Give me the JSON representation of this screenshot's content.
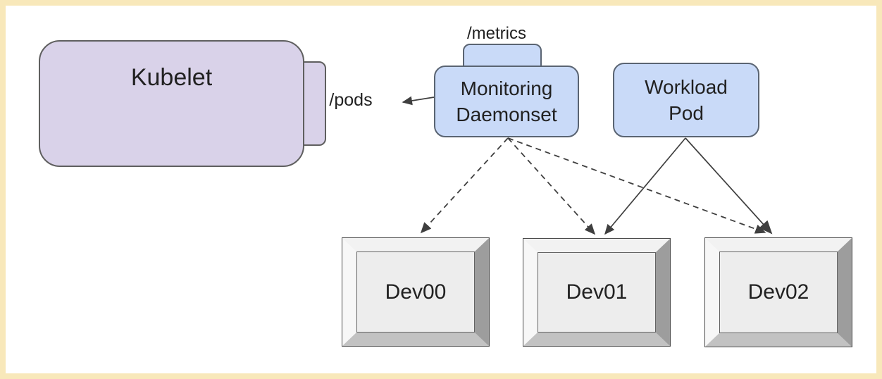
{
  "diagram": {
    "nodes": {
      "kubelet": {
        "label": "Kubelet",
        "fill": "#d9d2e9",
        "shape": "stacked-rounded-rect"
      },
      "monitoring_daemonset": {
        "label": "Monitoring\nDaemonset",
        "fill": "#c9daf8",
        "shape": "rounded-rect-with-top-tab"
      },
      "workload_pod": {
        "label": "Workload\nPod",
        "fill": "#c9daf8",
        "shape": "rounded-rect"
      },
      "dev00": {
        "label": "Dev00",
        "fill": "#ededed",
        "shape": "beveled-box"
      },
      "dev01": {
        "label": "Dev01",
        "fill": "#ededed",
        "shape": "beveled-box"
      },
      "dev02": {
        "label": "Dev02",
        "fill": "#ededed",
        "shape": "beveled-box"
      }
    },
    "labels": {
      "metrics_endpoint": "/metrics",
      "pods_endpoint": "/pods"
    },
    "edges": [
      {
        "from": "monitoring_daemonset",
        "to": "kubelet",
        "style": "solid",
        "arrow": "end",
        "label": "/pods"
      },
      {
        "from": "monitoring_daemonset",
        "to": "dev00",
        "style": "dashed",
        "arrow": "end"
      },
      {
        "from": "monitoring_daemonset",
        "to": "dev01",
        "style": "dashed",
        "arrow": "end"
      },
      {
        "from": "monitoring_daemonset",
        "to": "dev02",
        "style": "dashed",
        "arrow": "end"
      },
      {
        "from": "workload_pod",
        "to": "dev01",
        "style": "solid",
        "arrow": "end"
      },
      {
        "from": "workload_pod",
        "to": "dev02",
        "style": "solid",
        "arrow": "end"
      }
    ],
    "colors": {
      "frame_border": "#f8e8ba",
      "background": "#ffffff",
      "kubelet_fill": "#d9d2e9",
      "pod_fill": "#c9daf8",
      "node_stroke": "#5a6472",
      "device_face": "#ededed",
      "device_bevel_dark": "#9d9d9d",
      "arrow_stroke": "#3f3f3f",
      "text": "#212121"
    }
  }
}
